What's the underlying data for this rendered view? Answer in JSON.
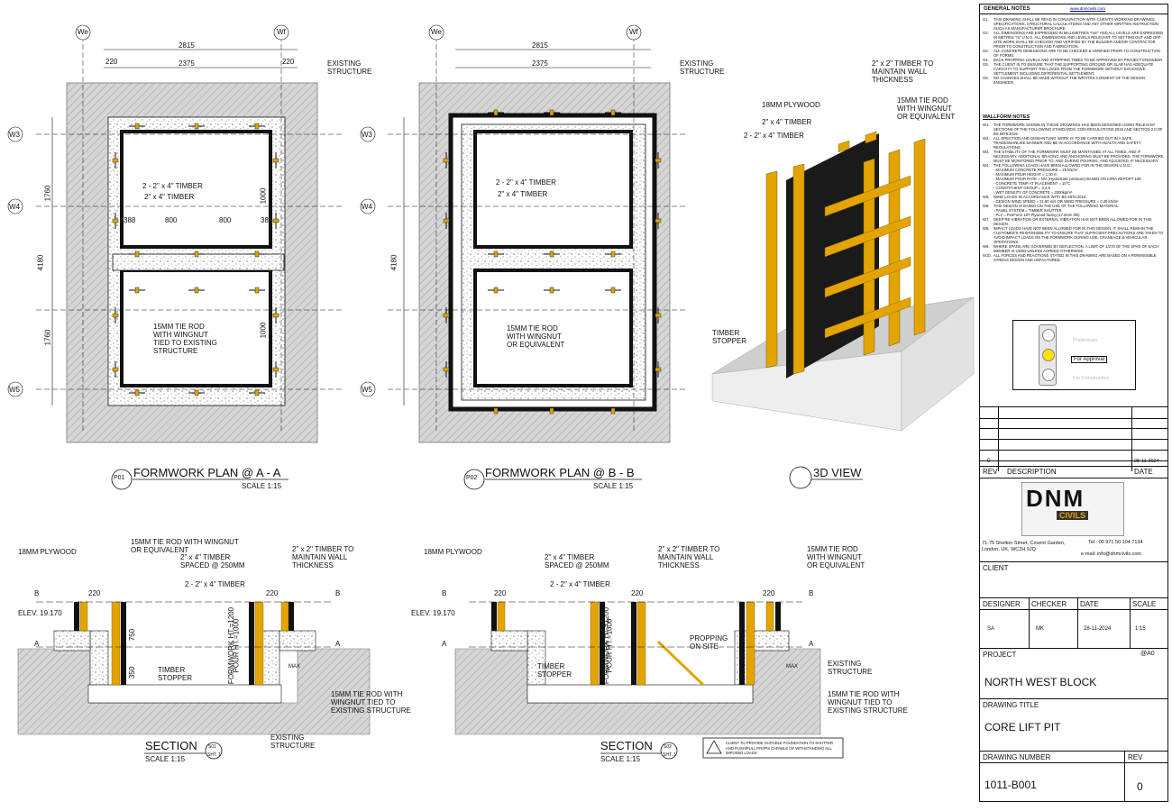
{
  "views": {
    "p01": {
      "marker": "P01",
      "title": "FORMWORK PLAN  @ A - A",
      "scale": "SCALE 1:15"
    },
    "p02": {
      "marker": "P02",
      "title": "FORMWORK PLAN  @ B - B",
      "scale": "SCALE 1:15"
    },
    "v3d": {
      "title": "3D VIEW"
    },
    "s01": {
      "title": "SECTION",
      "marker": "S01",
      "sheet": "SHT. 1",
      "scale": "SCALE 1:15"
    },
    "s02": {
      "title": "SECTION",
      "marker": "S02",
      "sheet": "SHT. 1",
      "scale": "SCALE 1:15"
    }
  },
  "grid": {
    "we": "We",
    "wf": "Wf",
    "w3": "W3",
    "w4": "W4",
    "w5": "W5"
  },
  "dims": {
    "d2815": "2815",
    "d2375": "2375",
    "d220": "220",
    "d1760": "1760",
    "d1000": "1000",
    "d4180": "4180",
    "d388": "388",
    "d800": "800",
    "d750": "750",
    "d350": "350"
  },
  "labels": {
    "existing_structure": "EXISTING\nSTRUCTURE",
    "timber_2_2x4": "2 - 2\" x 4\" TIMBER",
    "timber_2x4": "2\" x 4\" TIMBER",
    "tie_rod_wingnut_tied": "15MM TIE ROD\nWITH WINGNUT\nTIED TO EXISTING\nSTRUCTURE",
    "tie_rod_wingnut_equiv": "15MM TIE ROD\nWITH WINGNUT\nOR EQUIVALENT",
    "ply_18": "18MM PLYWOOD",
    "timber_2x2": "2\" x 2\" TIMBER TO\nMAINTAIN WALL\nTHICKNESS",
    "timber_stopper": "TIMBER\nSTOPPER",
    "tie_rod_equiv_sec": "15MM TIE ROD WITH WINGNUT\nOR EQUIVALENT",
    "timber_spaced": "2\" x 4\" TIMBER\nSPACED @ 250MM",
    "elev": "ELEV. 19.170",
    "formwork_ht": "FORMWORK HT.=1200",
    "pour_ht": "POUR HT.=1000",
    "tie_rod_tied_sec": "15MM TIE ROD WITH\nWINGNUT TIED TO\nEXISTING STRUCTURE",
    "existing_structure_one": "EXISTING\nSTRUCTURE",
    "propping": "PROPPING\nON SITE",
    "max": "MAX",
    "sec_a": "A",
    "sec_b": "B",
    "client_note": "CLIENT TO PROVIDE SUITABLE FOUNDATION TO SHUTTER\nAND PUSH/PULL PROPS CAPABLE OF WITHSTANDING ALL\nIMPOSED LOADS"
  },
  "title_block": {
    "general_notes_title": "GENERAL NOTES",
    "website": "www.dnmcivils.com",
    "general_notes": [
      {
        "n": "G1.",
        "t": "THIS DRAWING SHALL BE READ IN CONJUNCTION WITH CLIENT'S WORKING DRAWINGS, SPECIFICATIONS, STRUCTURAL CALCULATIONS AND ANY OTHER WRITTEN INSTRUCTION SUCH AS MANUFACTURER BROCHURE."
      },
      {
        "n": "G2.",
        "t": "ALL DIMENSIONS ARE EXPRESSED IN MILLIMETRES \"mm\" AND ALL LEVELS ARE EXPRESSED IN METRES \"m\" U.N.O. ALL DIMENSIONS AND LEVELS RELEVANT TO SETTING OUT AND OFF-SITE WORK SHALL BE CHECKED AND VERIFIED BY THE BUILDER AND/OR CONTRACTOR PRIOR TO CONSTRUCTION AND FABRICATION."
      },
      {
        "n": "G3.",
        "t": "ALL CONCRETE DIMENSIONS ARE TO BE CHECKED & VERIFIED PRIOR TO CONSTRUCTION OF FORMS."
      },
      {
        "n": "G4.",
        "t": "BACK PROPPING LEVELS AND STRIPPING TIMES TO BE APPROVED BY PROJECT ENGINEER."
      },
      {
        "n": "G5.",
        "t": "THE CLIENT IS TO ENSURE THAT THE SUPPORTING GROUND OR SLAB HAS ADEQUATE CAPACITY TO SUPPORT THE LOADS FROM THE FORMWORK WITHOUT EXCESSIVE SETTLEMENT INCLUDING DIFFERENTIAL SETTLEMENT."
      },
      {
        "n": "G6.",
        "t": "NO CHANGES SHALL BE MADE WITHOUT THE WRITTEN CONSENT OF THE DESIGN ENGINEER."
      }
    ],
    "wall_notes_title": "WALLFORM NOTES",
    "wall_notes": [
      {
        "n": "W1.",
        "t": "THE FORMWORK SHOWN IN THESE DRAWINGS HAS BEEN DESIGNED USING RELEVANT SECTIONS OF THE FOLLOWING STANDARDS: CDM REGULATIONS 2015 AND SECTION 2.0 OF BS 5975:2019."
      },
      {
        "n": "W2.",
        "t": "ALL ERECTION AND DISMANTLING WORK IS TO BE CARRIED OUT IN A SAFE, TRADESMANLIKE MANNER AND BE IN ACCORDANCE WITH HEALTH AND SAFETY REGULATIONS."
      },
      {
        "n": "W3.",
        "t": "THE STABILITY OF THE FORMWORK MUST BE MAINTAINED AT ALL TIMES, AND IF NECESSARY, ADDITIONAL BRACING AND ANCHORING MUST BE PROVIDED. THE FORMWORK MUST BE MONITORED PRIOR TO, AND DURING POURING, AND ADJUSTED, IF NECESSARY."
      },
      {
        "n": "W4.",
        "t": "THE FOLLOWING LOADS HAVE BEEN ALLOWED FOR IN THE DESIGN U.N.O.:"
      },
      {
        "n": "",
        "t": "- MAXIMUM CONCRETE PRESSURE = 25 kN/m²"
      },
      {
        "n": "",
        "t": "- MAXIMUM POUR HEIGHT = 1.00 m"
      },
      {
        "n": "",
        "t": "- MAXIMUM POUR RATE = N/A (Hydrostatic pressure) BASED ON CIRIA REPORT 108"
      },
      {
        "n": "",
        "t": "- CONCRETE TEMP AT PLACEMENT = 10°C"
      },
      {
        "n": "",
        "t": "- CONSTITUENT GROUP = 3,4,5"
      },
      {
        "n": "",
        "t": "- WET DENSITY OF CONCRETE = 2500kg/m³"
      },
      {
        "n": "W5.",
        "t": "WIND LOADS IN ACCORDANCE WITH BS 5975:2019"
      },
      {
        "n": "",
        "t": "- DESIGN WIND SPEED = 21.90 m/s OR WIND PRESSURE = 0.29 kN/m²"
      },
      {
        "n": "W6.",
        "t": "THIS DESIGN IS BASED ON THE USE OF THE FOLLOWING MATERIAL:"
      },
      {
        "n": "",
        "t": "- PANEL SYSTEM = TIMBER SHUTTER"
      },
      {
        "n": "",
        "t": "- PLY = PeriForm 18T Plywood facing (17.5mm thk)"
      },
      {
        "n": "W7.",
        "t": "DEEP RE-VIBRATION OR EXTERNAL VIBRATION HAS NOT BEEN ALLOWED FOR IN THIS DESIGN."
      },
      {
        "n": "W8.",
        "t": "IMPACT LOADS HAVE NOT BEEN ALLOWED FOR IN THIS DESIGN. IT SHALL REMAIN THE CUSTOMER'S RESPONSIBILITY TO ENSURE THAT SUFFICIENT PRECAUTIONS ARE TAKEN TO AVOID IMPACT LOADS ON THE FORMWORK DURING USE, CRANEAGE & VEHICULAR OPERATIONS."
      },
      {
        "n": "W9.",
        "t": "WHERE SPANS ARE GOVERNED BY DEFLECTION, A LIMIT OF 1/270 OF THE SPAN OF EACH MEMBER IS USED UNLESS AGREED OTHERWISE."
      },
      {
        "n": "W10.",
        "t": "ALL FORCES AND REACTIONS STATED IN THIS DRAWING ARE BASED ON A PERMISSIBLE STRESS DESIGN AND UNFACTORED."
      }
    ],
    "status": {
      "preliminary": "Preliminary",
      "approval": "For Approval",
      "construction": "For Construction"
    },
    "rev_row": {
      "rev": "0",
      "date": "28-11-2024"
    },
    "rev_hdr": {
      "rev": "REV",
      "desc": "DESCRIPTION",
      "date": "DATE"
    },
    "logo": {
      "dnm": "DNM",
      "civils": "CIVILS"
    },
    "address": "71-75 Shelton Street, Covent Garden,\nLondon, UK, WC2H 9JQ",
    "tel": "Tel : 00 971 50 104 7134",
    "email": "e-mail: info@dnmcivils.com",
    "client_label": "CLIENT",
    "designer_label": "DESIGNER",
    "checker_label": "CHECKER",
    "date_label": "DATE",
    "scale_label": "SCALE",
    "designer": "SA",
    "checker": "MK",
    "date": "28-11-2024",
    "scale": "1:15",
    "project_label": "PROJECT",
    "sheet_size": "@A0",
    "project": "NORTH WEST BLOCK",
    "drawing_title_label": "DRAWING TITLE",
    "drawing_title": "CORE LIFT PIT",
    "drawing_number_label": "DRAWING NUMBER",
    "rev_label": "REV",
    "drawing_number": "1011-B001",
    "rev": "0"
  },
  "colors": {
    "timber": "#e3a400",
    "concrete": "#bdbdbd",
    "ply": "#111111",
    "hatch": "#999999",
    "approval": "#ffe000"
  }
}
